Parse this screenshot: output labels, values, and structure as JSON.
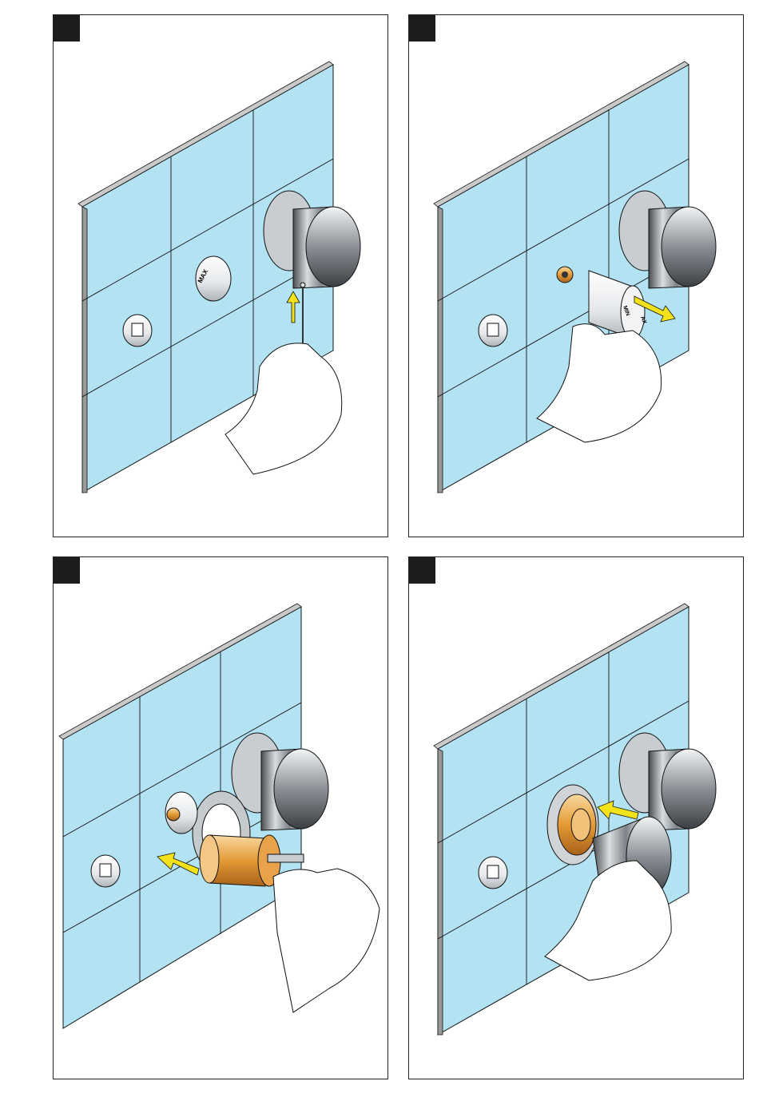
{
  "panels": [
    {
      "id": "step-1",
      "markings": {
        "cap": "MAX"
      }
    },
    {
      "id": "step-2",
      "markings": {
        "min": "MIN",
        "max": "AX"
      }
    },
    {
      "id": "step-3",
      "markings": {}
    },
    {
      "id": "step-4",
      "markings": {}
    }
  ],
  "colors": {
    "tile": "#b3e3f3",
    "tile_edge": "#9a9a9a",
    "arrow": "#f3e21a",
    "brass": "#e7a44a",
    "chrome": "#9aa0a6",
    "badge": "#1c1c1c"
  },
  "icons": [
    "wall-tiles",
    "chrome-knob",
    "small-knob",
    "hand-icon",
    "arrow-icon",
    "screwdriver-icon"
  ]
}
